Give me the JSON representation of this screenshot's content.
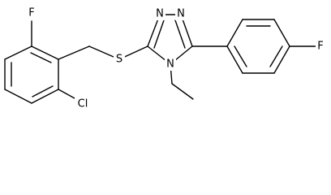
{
  "molecule": {
    "atoms": {
      "n_top_left": "N",
      "n_top_right": "N",
      "n_ring_bottom": "N",
      "s_thioether": "S",
      "f_benzyl": "F",
      "f_phenyl": "F",
      "cl": "Cl"
    }
  }
}
